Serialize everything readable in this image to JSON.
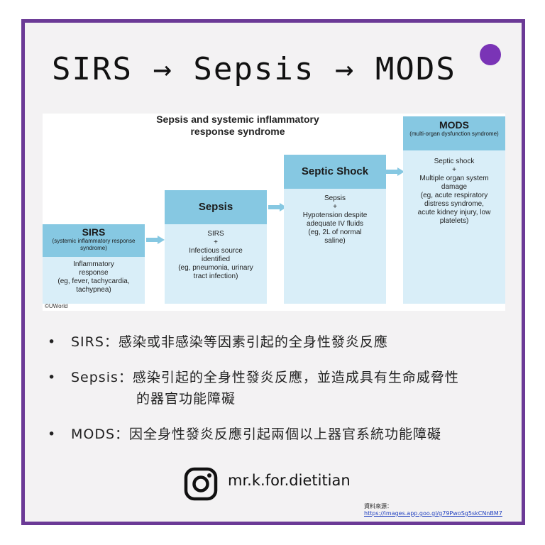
{
  "page": {
    "title": "SIRS → Sepsis → MODS"
  },
  "diagram": {
    "title_line1": "Sepsis and systemic inflammatory",
    "title_line2": "response syndrome",
    "credit": "©UWorld",
    "stages": [
      {
        "head": "SIRS",
        "sub": "(systemic inflammatory response syndrome)",
        "body": [
          "Inflammatory",
          "response",
          "(eg, fever, tachycardia,",
          "tachypnea)"
        ]
      },
      {
        "head": "Sepsis",
        "sub": "",
        "body": [
          "SIRS",
          "+",
          "Infectious source",
          "identified",
          "(eg, pneumonia, urinary",
          "tract infection)"
        ]
      },
      {
        "head": "Septic Shock",
        "sub": "",
        "body": [
          "Sepsis",
          "+",
          "Hypotension despite",
          "adequate IV fluids",
          "(eg, 2L of normal",
          "saline)"
        ]
      },
      {
        "head": "MODS",
        "sub": "(multi-organ dysfunction syndrome)",
        "body": [
          "Septic shock",
          "+",
          "Multiple organ system",
          "damage",
          "(eg, acute respiratory",
          "distress syndrome,",
          "acute kidney injury, low",
          "platelets)"
        ]
      }
    ]
  },
  "bullets": [
    {
      "mark": "•",
      "lines": [
        "SIRS：感染或非感染等因素引起的全身性發炎反應"
      ]
    },
    {
      "mark": "•",
      "lines": [
        "Sepsis：感染引起的全身性發炎反應，並造成具有生命威脅性",
        "的器官功能障礙"
      ]
    },
    {
      "mark": "•",
      "lines": [
        "MODS：因全身性發炎反應引起兩個以上器官系統功能障礙"
      ]
    }
  ],
  "footer": {
    "icon": "instagram-icon",
    "handle": "mr.k.for.dietitian",
    "source_label": "資料來源：",
    "source_url": "https://images.app.goo.gl/g79PwoSg5skCNnBM7"
  },
  "colors": {
    "border": "#6b3a96",
    "dot": "#7a34b6",
    "box_head": "#86c8e2",
    "box_body": "#d9eef8",
    "arrow": "#86c8e2"
  }
}
